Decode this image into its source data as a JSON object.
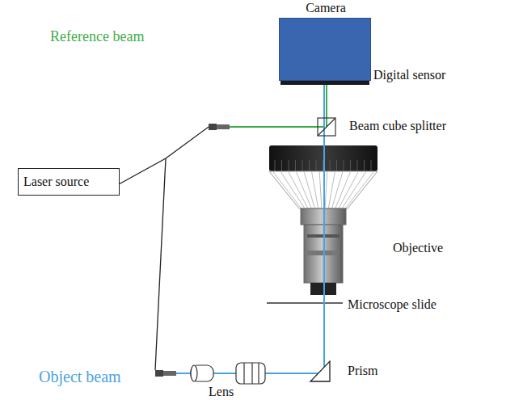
{
  "diagram": {
    "nodes": [
      {
        "text": [
          "Camera"
        ]
      },
      {
        "text": [
          "Laser source"
        ]
      }
    ],
    "labels": [
      "Digital sensor",
      "Reference beam",
      "Beam cube splitter",
      "Objective",
      "Microscope slide",
      "Object beam",
      "Prism",
      "Lens"
    ]
  }
}
